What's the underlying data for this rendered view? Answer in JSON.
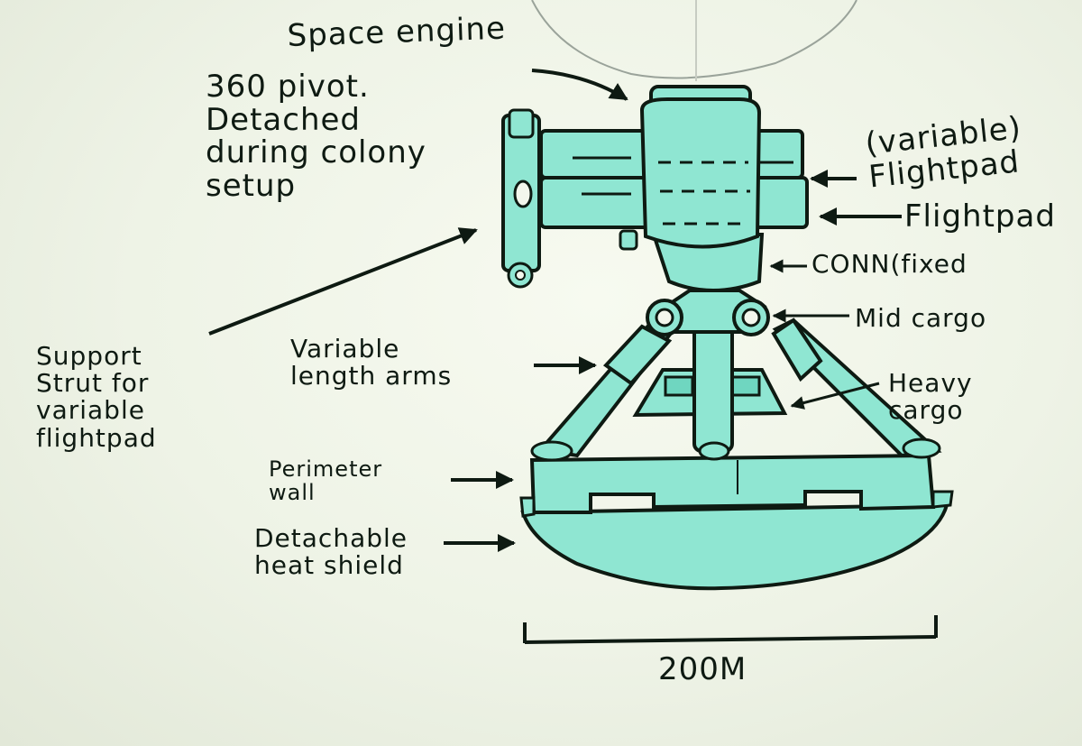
{
  "labels": {
    "space_engine": "Space engine",
    "engine_note": "360 pivot.\nDetached\nduring colony\nsetup",
    "variable_flightpad": "(variable)\nFlightpad",
    "flightpad": "Flightpad",
    "conn": "CONN(fixed",
    "mid_cargo": "Mid cargo",
    "support_strut": "Support\nStrut for\nvariable\nflightpad",
    "variable_arms": "Variable\nlength arms",
    "heavy_cargo": "Heavy\ncargo",
    "perimeter_wall": "Perimeter\nwall",
    "heat_shield": "Detachable\nheat shield",
    "scale": "200M"
  },
  "colors": {
    "ink": "#0e1a12",
    "fill": "#8fe6d2",
    "fill_dark": "#6fd6c0",
    "paper": "#f3f6ec"
  }
}
